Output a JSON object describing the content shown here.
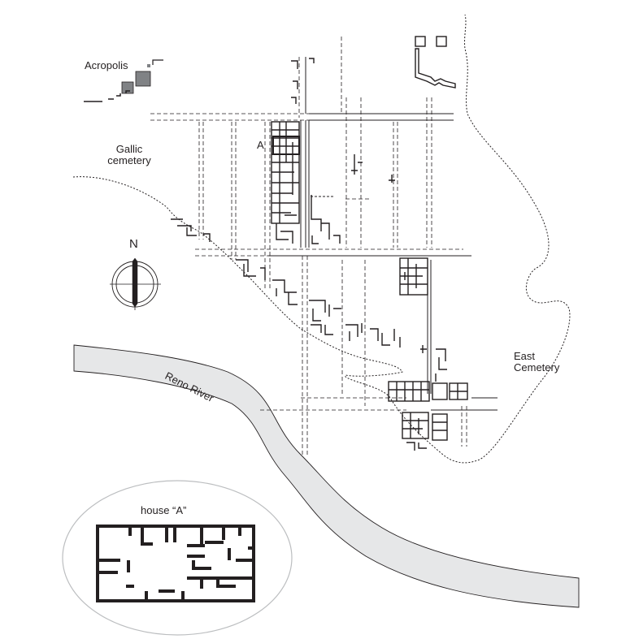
{
  "labels": {
    "acropolis": "Acropolis",
    "gallic_line1": "Gallic",
    "gallic_line2": "cemetery",
    "house_marker": "A",
    "north": "N",
    "east_line1": "East",
    "east_line2": "Cemetery",
    "river": "Reno River",
    "inset_title": "house “A”"
  },
  "colors": {
    "ink": "#231f20",
    "river_fill": "#e6e7e8",
    "acropolis_fill": "#808285",
    "inset_outline": "#bcbec0"
  }
}
